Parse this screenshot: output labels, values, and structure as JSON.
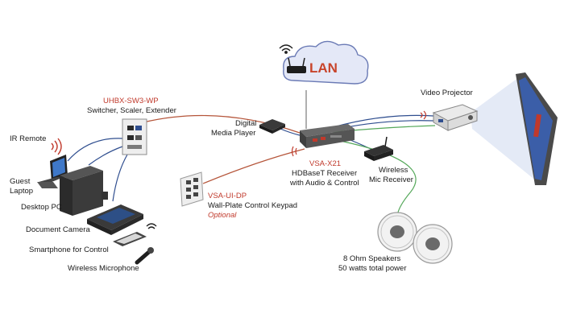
{
  "network": {
    "cloud_label": "LAN"
  },
  "devices": {
    "switcher": {
      "model": "UHBX-SW3-WP",
      "description": "Switcher, Scaler, Extender"
    },
    "ir_remote": {
      "label": "IR Remote"
    },
    "guest_laptop": {
      "line1": "Guest",
      "line2": "Laptop"
    },
    "desktop_pc": {
      "label": "Desktop PC"
    },
    "document_camera": {
      "label": "Document Camera"
    },
    "smartphone": {
      "label": "Smartphone for Control"
    },
    "wireless_microphone": {
      "label": "Wireless Microphone"
    },
    "media_player": {
      "line1": "Digital",
      "line2": "Media Player"
    },
    "receiver": {
      "model": "VSA-X21",
      "line1": "HDBaseT Receiver",
      "line2": "with Audio & Control"
    },
    "keypad": {
      "model": "VSA-UI-DP",
      "description": "Wall-Plate Control Keypad",
      "note": "Optional"
    },
    "mic_receiver": {
      "line1": "Wireless",
      "line2": "Mic Receiver"
    },
    "projector": {
      "label": "Video Projector"
    },
    "speakers": {
      "line1": "8 Ohm Speakers",
      "line2": "50 watts total power"
    }
  },
  "colors": {
    "hdbaset_cable": "#b5553a",
    "video_cable": "#2f4e8f",
    "audio_cable": "#55a85a",
    "lan_cable": "#7a7a7a",
    "brand_red": "#c0392b"
  }
}
